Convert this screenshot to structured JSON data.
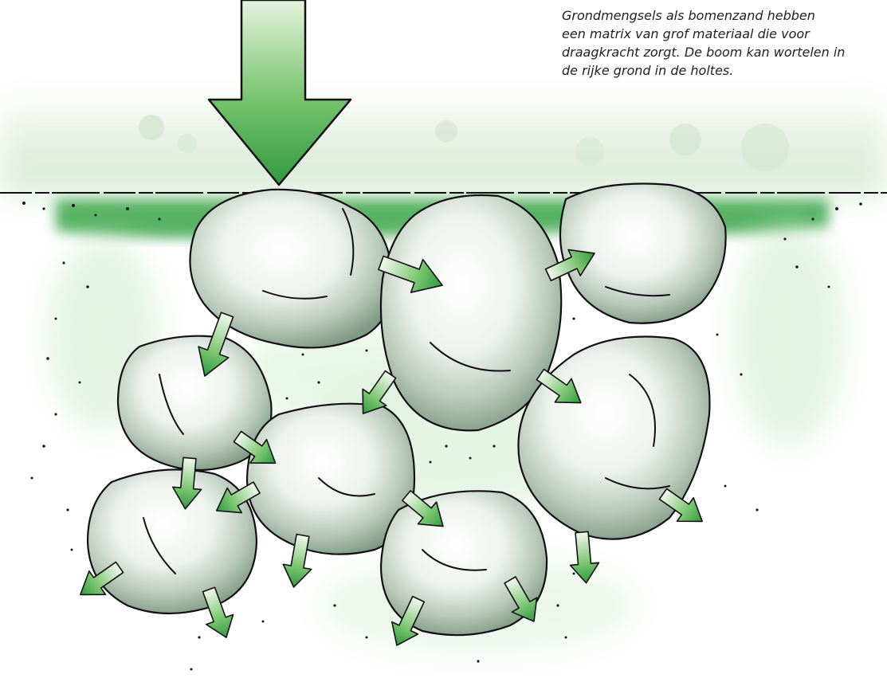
{
  "caption": {
    "lines": [
      "Grondmengsels als bomenzand hebben",
      "een matrix van grof materiaal die voor",
      "draagkracht zorgt. De boom kan wortelen in",
      "de rijke grond in de holtes."
    ]
  },
  "illustration": {
    "subject": "stones-in-soil-matrix",
    "load_arrow_icon": "arrow-down-icon",
    "force_arrow_icon": "arrow-icon",
    "colors": {
      "accent_green": "#3aa54a",
      "dark_green": "#1e7a34",
      "light_green": "#cfe8cf",
      "stone_shadow": "#5f7a64",
      "outline": "#111111",
      "background": "#ffffff"
    }
  }
}
